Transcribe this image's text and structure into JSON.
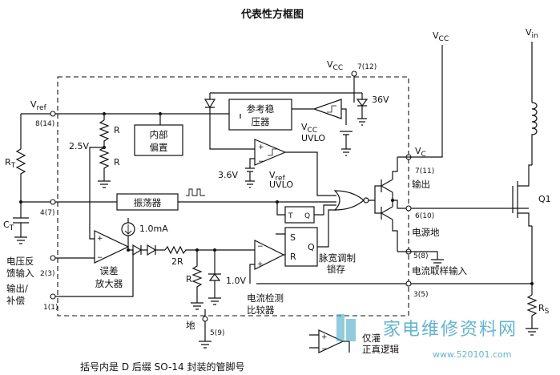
{
  "title": "代表性方框图",
  "footer": "括号内是 D 后缀 SO-14 封装的管脚号",
  "watermark": {
    "main": "家电维修资料网",
    "url": "www.520101.com"
  },
  "pins": {
    "vref": {
      "label": "V",
      "sub": "ref",
      "num": "8(14)"
    },
    "rt": {
      "label": "R",
      "sub": "T"
    },
    "ct": {
      "label": "C",
      "sub": "T",
      "num": "4(7)"
    },
    "volt_fb": {
      "label1": "电压反",
      "label2": "馈输入",
      "num": "2(3)"
    },
    "output_comp": {
      "label1": "输出/",
      "label2": "补偿",
      "num": "1(1)"
    },
    "vcc_in": {
      "label": "V",
      "sub": "CC",
      "num": "7(12)"
    },
    "vc": {
      "label": "V",
      "sub": "C",
      "num": "7(11)"
    },
    "output": {
      "label": "输出",
      "num": "6(10)"
    },
    "power_gnd": {
      "label": "电源地",
      "num": "5(8)"
    },
    "current_sense": {
      "label": "电流取样输入",
      "num": "3(5)"
    },
    "gnd": {
      "label": "地",
      "num": "5(9)"
    }
  },
  "blocks": {
    "ref_reg": {
      "line1": "参考稳",
      "line2": "压器"
    },
    "bias": {
      "line1": "内部",
      "line2": "偏置"
    },
    "oscillator": "振荡器",
    "error_amp": {
      "line1": "误差",
      "line2": "放大器"
    },
    "current_comp": {
      "line1": "电流检测",
      "line2": "比较器"
    },
    "latch": {
      "line1": "脉宽调制",
      "line2": "锁存"
    },
    "logic": {
      "line1": "仅灌",
      "line2": "正真逻辑"
    }
  },
  "labels": {
    "v25": "2.5V",
    "r_top": "R",
    "r_bot": "R",
    "i_src": "1.0mA",
    "r2r": "2R",
    "r_div": "R",
    "v10": "1.0V",
    "v36": "36V",
    "v3_6": "3.6V",
    "vcc_uvlo": {
      "label": "V",
      "sub": "CC",
      "line2": "UVLO"
    },
    "vref_uvlo": {
      "label": "V",
      "sub": "ref",
      "line2": "UVLO"
    },
    "vcc_ext": {
      "label": "V",
      "sub": "CC"
    },
    "vin": {
      "label": "V",
      "sub": "in"
    },
    "q1": "Q1",
    "rs": {
      "label": "R",
      "sub": "S"
    },
    "latch_t": "T",
    "latch_q1": "Q",
    "latch_s": "S",
    "latch_r": "R",
    "latch_q2": "Q"
  }
}
